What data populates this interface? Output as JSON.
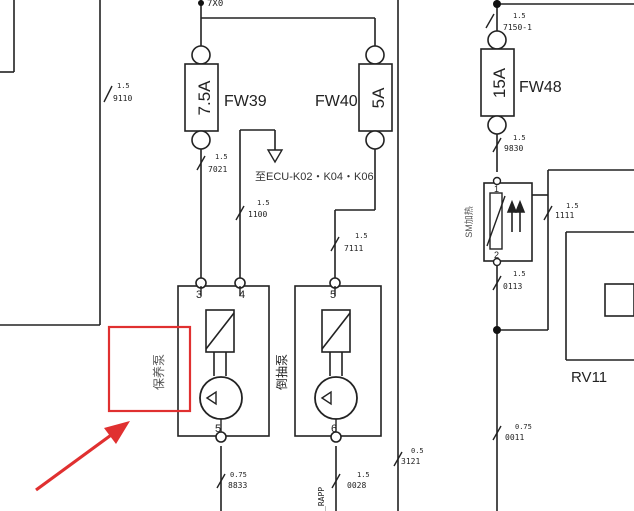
{
  "fuses": [
    {
      "id": "FW39",
      "rating": "7.5A"
    },
    {
      "id": "FW40",
      "rating": "5A"
    },
    {
      "id": "FW48",
      "rating": "15A"
    }
  ],
  "wires": [
    {
      "gauge": "1.5",
      "code": "9110"
    },
    {
      "gauge": "1.5",
      "code": "7021"
    },
    {
      "gauge": "1.5",
      "code": "1100"
    },
    {
      "gauge": "1.5",
      "code": "7111"
    },
    {
      "gauge": "0.75",
      "code": "8833"
    },
    {
      "gauge": "1.5",
      "code": "0028"
    },
    {
      "gauge": "0.5",
      "code": "3121"
    },
    {
      "gauge": "1.5",
      "code": "7150-1"
    },
    {
      "gauge": "1.5",
      "code": "9830"
    },
    {
      "gauge": "1.5",
      "code": "1111"
    },
    {
      "gauge": "1.5",
      "code": "0113"
    },
    {
      "gauge": "0.75",
      "code": "0011"
    }
  ],
  "ecu_text": "至ECU-K02・K04・K06",
  "pump_left_label": "保养泵",
  "pump_right_label": "倒抽泵",
  "pins": {
    "p3": "3",
    "p4": "4",
    "p5a": "5",
    "p5b": "5",
    "p6": "6"
  },
  "relay_pins": {
    "top": "1",
    "bottom": "2"
  },
  "relay_label": "SM加热",
  "rv11": "RV11",
  "top_code": "7X0",
  "side_code": "_RAPP",
  "highlight_color": "#e03030"
}
